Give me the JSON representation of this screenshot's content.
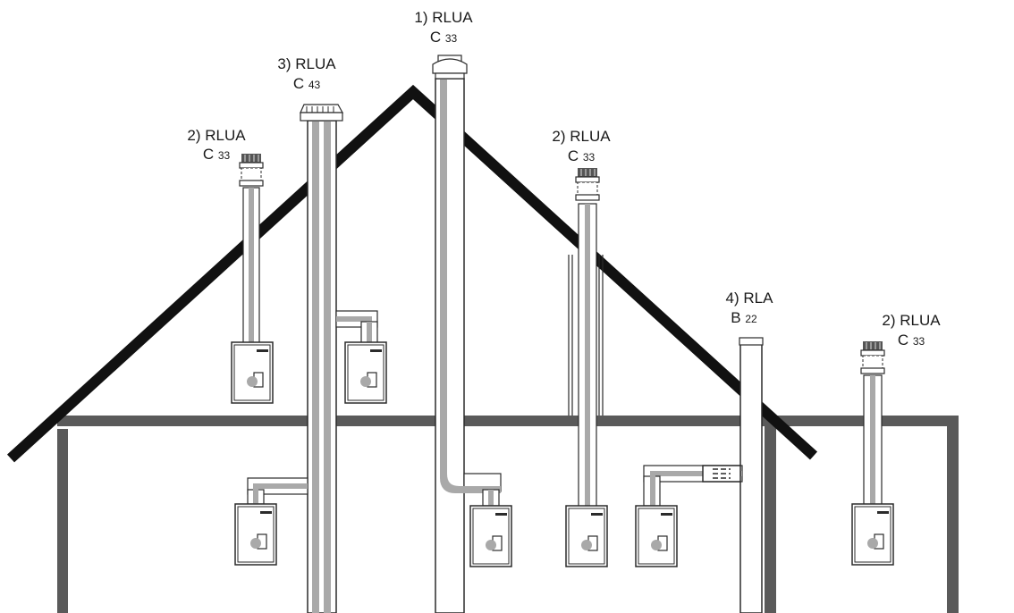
{
  "flues": [
    {
      "id": "f1",
      "label": "1) RLUA",
      "code": "C",
      "num": "33"
    },
    {
      "id": "f2",
      "label": "2) RLUA",
      "code": "C",
      "num": "33"
    },
    {
      "id": "f3",
      "label": "3) RLUA",
      "code": "C",
      "num": "43"
    },
    {
      "id": "f4",
      "label": "2) RLUA",
      "code": "C",
      "num": "33"
    },
    {
      "id": "f5",
      "label": "4) RLA",
      "code": "B",
      "num": "22"
    },
    {
      "id": "f6",
      "label": "2) RLUA",
      "code": "C",
      "num": "33"
    }
  ],
  "colors": {
    "roof": "#111111",
    "wall": "#5a5a5a",
    "pipe_fill": "#a9a9a9",
    "outline": "#2b2b2b"
  }
}
